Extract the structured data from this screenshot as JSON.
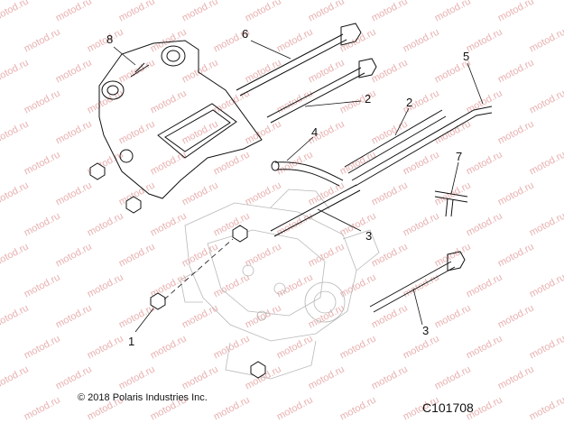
{
  "watermark": "motod.ru",
  "callouts": [
    "8",
    "6",
    "5",
    "2",
    "2",
    "4",
    "7",
    "3",
    "3",
    "1"
  ],
  "copyright": "© 2018 Polaris Industries Inc.",
  "figure_code": "C101708",
  "colors": {
    "line": "#222222",
    "faint": "#b5b5b5",
    "watermark": "#e9b0b0"
  }
}
